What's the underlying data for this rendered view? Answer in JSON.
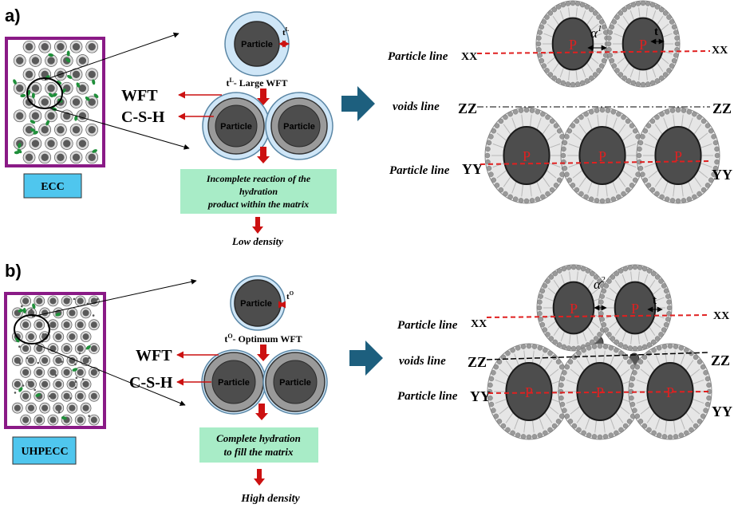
{
  "panel_a": {
    "label": "a)",
    "material": "ECC",
    "particle_top": "Particle",
    "t_symbol": "t",
    "t_sup": "L",
    "wft_caption_t": "t",
    "wft_caption_sup": "L",
    "wft_caption_rest": "- Large WFT",
    "wft_label": "WFT",
    "csh_label": "C-S-H",
    "particle_left": "Particle",
    "particle_right": "Particle",
    "box_text": [
      "Incomplete reaction of the",
      "hydration",
      "product within the matrix"
    ],
    "result": "Low density",
    "line_particle_1": "Particle line",
    "tag_xx_left": "XX",
    "tag_xx_right": "XX",
    "line_voids": "voids line",
    "tag_zz_left": "ZZ",
    "tag_zz_right": "ZZ",
    "line_particle_2": "Particle line",
    "tag_yy_left": "YY",
    "tag_yy_right": "YY",
    "alpha": "α",
    "alpha_sup": "1",
    "t_gap": "t",
    "p_label": "P"
  },
  "panel_b": {
    "label": "b)",
    "material": "UHPECC",
    "particle_top": "Particle",
    "t_symbol": "t",
    "t_sup": "O",
    "wft_caption_t": "t",
    "wft_caption_sup": "O",
    "wft_caption_rest": "- Optimum WFT",
    "wft_label": "WFT",
    "csh_label": "C-S-H",
    "particle_left": "Particle",
    "particle_right": "Particle",
    "box_text": [
      "Complete hydration",
      "to fill the  matrix"
    ],
    "result": "High density",
    "line_particle_1": "Particle line",
    "tag_xx_left": "XX",
    "tag_xx_right": "XX",
    "line_voids": "voids line",
    "tag_zz_left": "ZZ",
    "tag_zz_right": "ZZ",
    "line_particle_2": "Particle line",
    "tag_yy_left": "YY",
    "tag_yy_right": "YY",
    "alpha": "α",
    "alpha_sup": "2",
    "t_gap": "t",
    "p_label": "P"
  },
  "colors": {
    "frame": "#8a1a86",
    "material_box": "#4fc6ee",
    "process_box": "#a8ecc7",
    "arrow_red": "#cc1111",
    "big_arrow": "#1d5f7e",
    "dashed_red": "#e02020",
    "core": "#4d4d4d",
    "ring": "#9a9a9a",
    "shell": "#cfe6f7",
    "green": "#1f8f3a"
  }
}
